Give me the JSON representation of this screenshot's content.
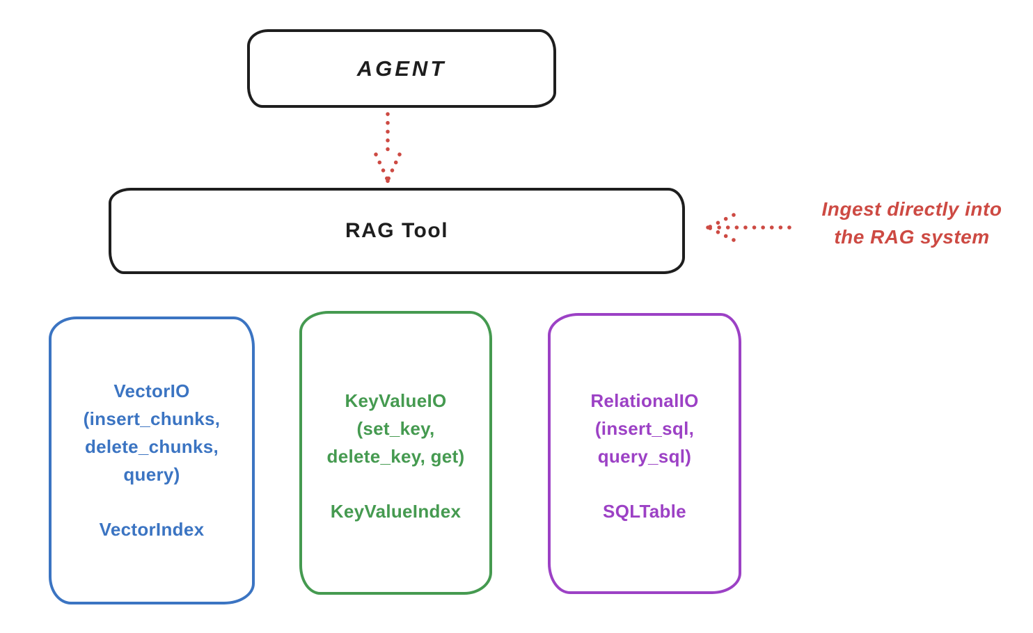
{
  "diagram": {
    "agent": {
      "label": "AGENT"
    },
    "rag_tool": {
      "label": "RAG Tool"
    },
    "annotation": {
      "line1": "Ingest directly into",
      "line2": "the RAG system"
    },
    "io_boxes": [
      {
        "name": "vector-io",
        "color": "#3b74c2",
        "lines": [
          "VectorIO",
          "(insert_chunks,",
          "delete_chunks,",
          "query)"
        ],
        "index_label": "VectorIndex"
      },
      {
        "name": "keyvalue-io",
        "color": "#459a50",
        "lines": [
          "KeyValueIO",
          "(set_key,",
          "delete_key, get)"
        ],
        "index_label": "KeyValueIndex"
      },
      {
        "name": "relational-io",
        "color": "#9c41c5",
        "lines": [
          "RelationalIO",
          "(insert_sql,",
          "query_sql)"
        ],
        "index_label": "SQLTable"
      }
    ],
    "colors": {
      "stroke_black": "#1e1e1e",
      "arrow_red": "#cd4a43",
      "vector_blue": "#3b74c2",
      "keyvalue_green": "#459a50",
      "relational_purple": "#9c41c5",
      "background": "#ffffff"
    }
  }
}
